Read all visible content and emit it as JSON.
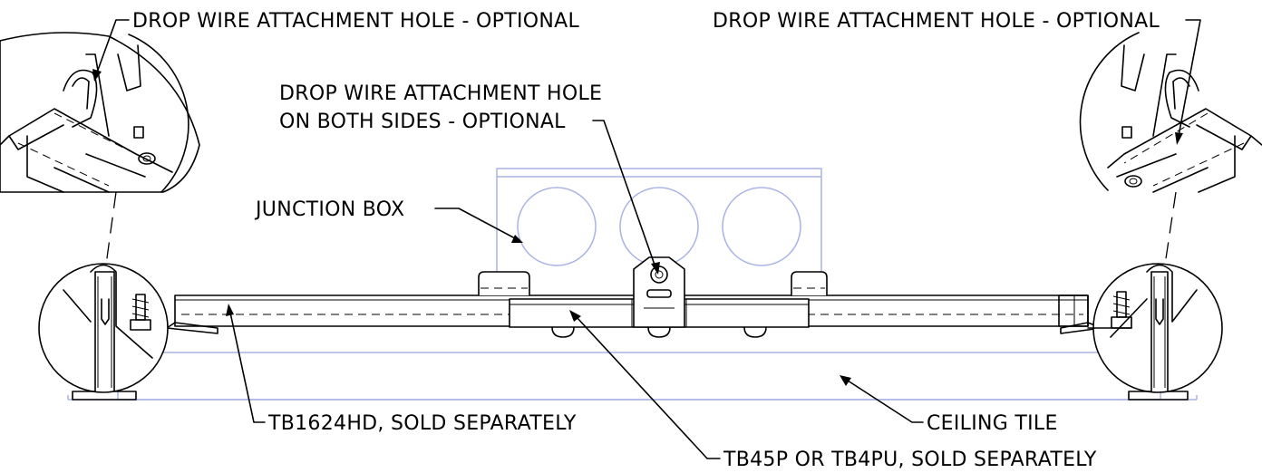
{
  "labels": {
    "drop_wire_left": "DROP WIRE ATTACHMENT HOLE - OPTIONAL",
    "drop_wire_right": "DROP WIRE ATTACHMENT HOLE - OPTIONAL",
    "drop_wire_center_line1": "DROP WIRE ATTACHMENT HOLE",
    "drop_wire_center_line2": "ON BOTH SIDES - OPTIONAL",
    "junction_box": "JUNCTION BOX",
    "tb1624hd": "TB1624HD, SOLD SEPARATELY",
    "ceiling_tile": "CEILING TILE",
    "tb45p": "TB45P OR TB4PU, SOLD SEPARATELY"
  },
  "colors": {
    "line": "#000000",
    "light_outline": "#aab3e6",
    "background": "#ffffff"
  }
}
